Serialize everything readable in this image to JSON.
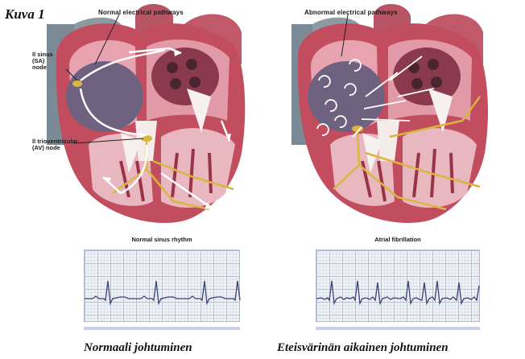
{
  "figure_title": "Kuva 1",
  "panels": [
    {
      "heading": "Normal electrical pathways",
      "sa_label": "ll sinus\n(SA)\nnode",
      "av_label": "ll trioventricular\n(AV) node",
      "ecg_title": "Normal sinus rhythm",
      "caption": "Normaali johtuminen"
    },
    {
      "heading": "Abnormal electrical pathways",
      "ecg_title": "Atrial fibrillation",
      "caption": "Eteisvärinän aikainen johtuminen"
    }
  ],
  "colors": {
    "heart_muscle": "#c24d5e",
    "heart_inner": "#e7a4b0",
    "atrium_chamber": "#6e6280",
    "vessel": "#b85565",
    "background_tissue": "#7b8a94",
    "conduction": "#d8b640",
    "arrow": "#ffffff",
    "ecg_line": "#3b4378"
  }
}
